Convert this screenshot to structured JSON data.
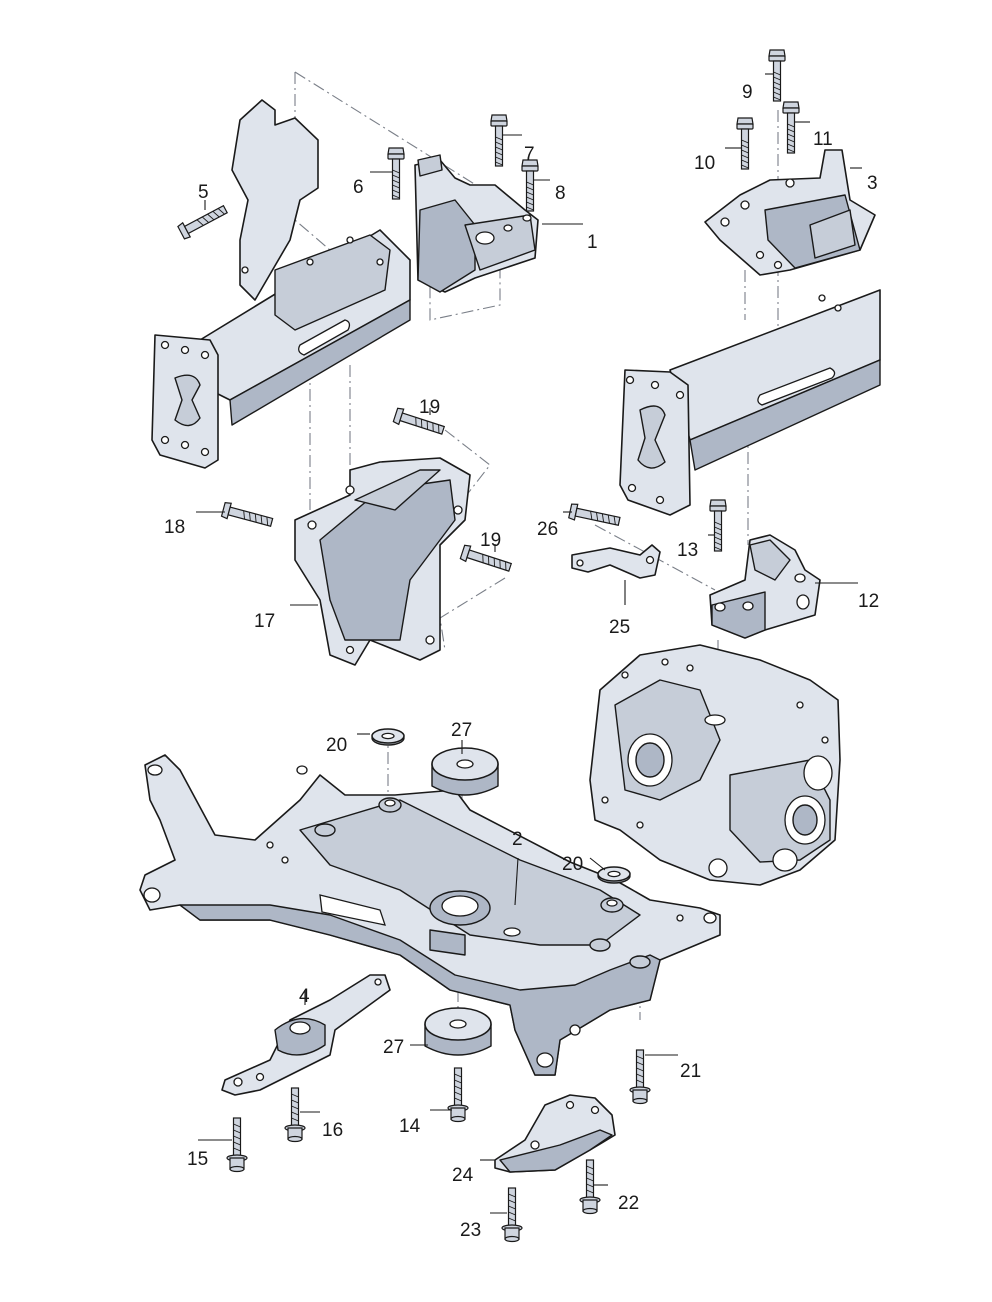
{
  "callouts": {
    "c1": "1",
    "c2": "2",
    "c3": "3",
    "c4": "4",
    "c5": "5",
    "c6": "6",
    "c7": "7",
    "c8": "8",
    "c9": "9",
    "c10": "10",
    "c11": "11",
    "c12": "12",
    "c13": "13",
    "c14": "14",
    "c15": "15",
    "c16": "16",
    "c17": "17",
    "c18": "18",
    "c19a": "19",
    "c19b": "19",
    "c20a": "20",
    "c20b": "20",
    "c21": "21",
    "c22": "22",
    "c23": "23",
    "c24": "24",
    "c25": "25",
    "c26": "26",
    "c27a": "27",
    "c27b": "27"
  },
  "colors": {
    "part_fill": "#dfe4ec",
    "part_shade": "#aeb7c6",
    "outline": "#1a1a1a"
  }
}
